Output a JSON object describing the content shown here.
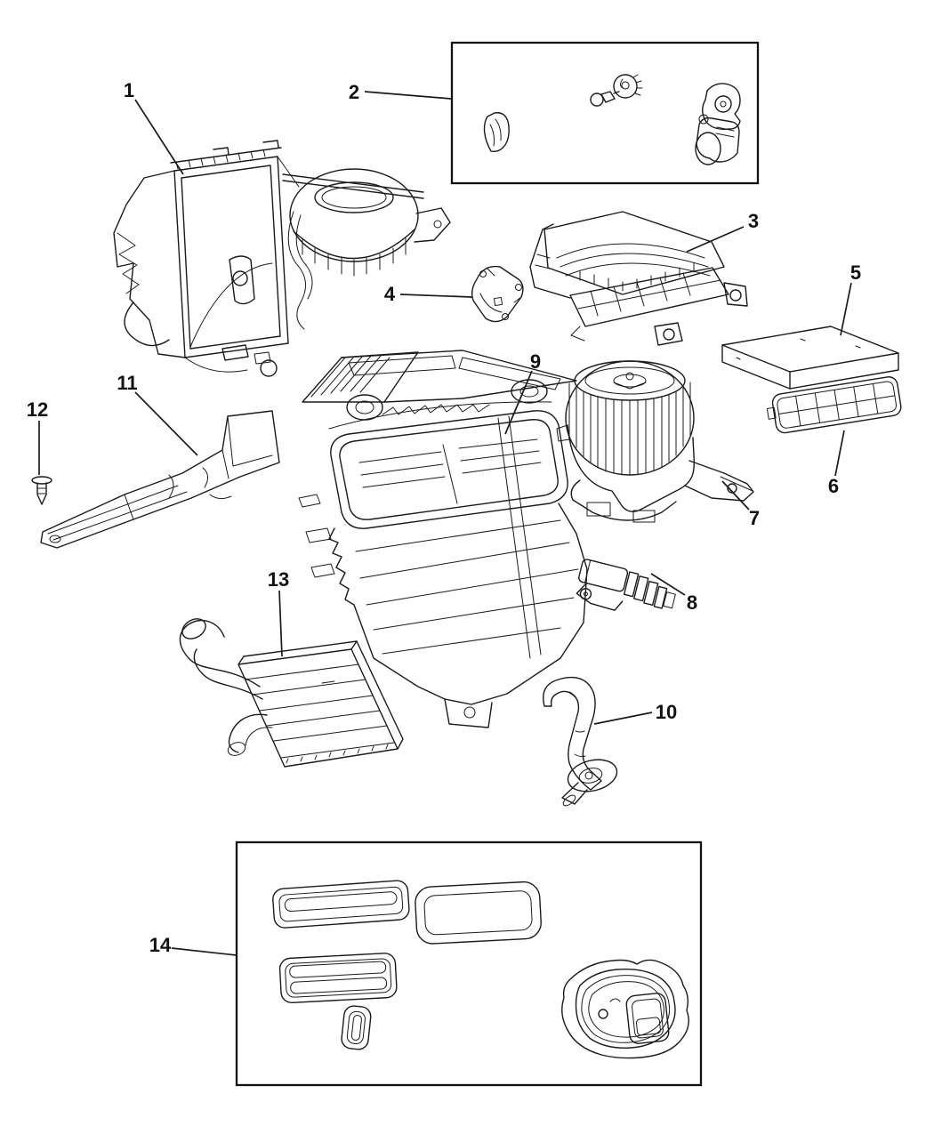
{
  "figure": {
    "background_color": "#ffffff",
    "line_color": "#1b1b1b",
    "callouts": [
      {
        "label": "1"
      },
      {
        "label": "2"
      },
      {
        "label": "3"
      },
      {
        "label": "4"
      },
      {
        "label": "5"
      },
      {
        "label": "6"
      },
      {
        "label": "7"
      },
      {
        "label": "8"
      },
      {
        "label": "9"
      },
      {
        "label": "10"
      },
      {
        "label": "11"
      },
      {
        "label": "12"
      },
      {
        "label": "13"
      },
      {
        "label": "14"
      }
    ]
  }
}
